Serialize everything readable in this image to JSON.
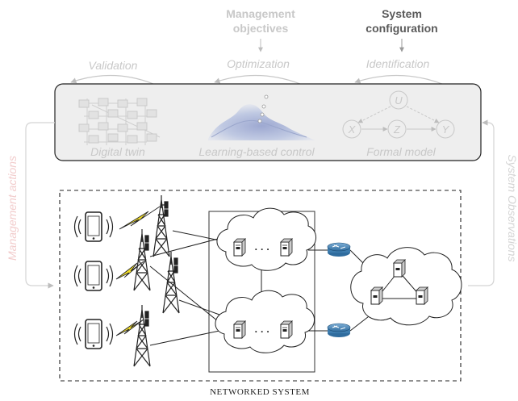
{
  "top_labels": {
    "management_objectives_line1": "Management",
    "management_objectives_line2": "objectives",
    "system_configuration_line1": "System",
    "system_configuration_line2": "configuration"
  },
  "process_labels": {
    "validation": "Validation",
    "optimization": "Optimization",
    "identification": "Identification"
  },
  "panel_labels": {
    "digital_twin": "Digital twin",
    "learning_control": "Learning-based control",
    "formal_model": "Formal model"
  },
  "causal_nodes": {
    "u": "U",
    "x": "X",
    "z": "Z",
    "y": "Y"
  },
  "side_labels": {
    "management_actions": "Management actions",
    "system_observations": "System Observations"
  },
  "bottom_label": "NETWORKED SYSTEM",
  "cloud_ellipsis": {
    "top": "· · ·",
    "bottom": "· · ·"
  },
  "colors": {
    "faded_text": "#c8c8c8",
    "dark_text": "#5a5a5a",
    "pink_text": "#f2cccc",
    "lightning": "#f0dc28",
    "router": "#4a7fb0",
    "panel_fill": "#eeeeee",
    "surface": "#a9b4d6"
  }
}
